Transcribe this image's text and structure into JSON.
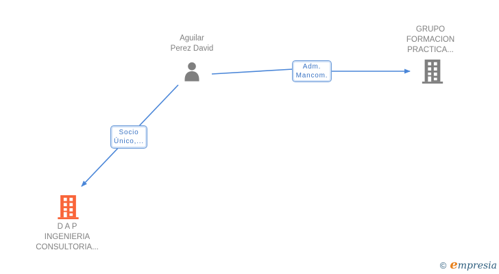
{
  "colors": {
    "edge_blue": "#4a86d8",
    "edge_border": "#6b9ad8",
    "edge_inner": "#cfe0f6",
    "label_blue": "#3b74c4",
    "node_gray": "#7f7f7f",
    "text_gray": "#808080",
    "company_orange": "#f9653a",
    "logo_orange": "#e8821e",
    "logo_navy": "#2e5e7e"
  },
  "nodes": {
    "person": {
      "line1": "Aguilar",
      "line2": "Perez David"
    },
    "company_right": {
      "line1": "GRUPO",
      "line2": "FORMACION",
      "line3": "PRACTICA..."
    },
    "company_left": {
      "line1": "D A P",
      "line2": "INGENIERIA",
      "line3": "CONSULTORIA..."
    }
  },
  "edges": {
    "adm_mancom": {
      "line1": "Adm.",
      "line2": "Mancom."
    },
    "socio_unico": {
      "line1": "Socio",
      "line2": "Único,..."
    }
  },
  "watermark": {
    "copyright_symbol": "©",
    "brand_initial": "e",
    "brand_rest": "mpresia"
  }
}
